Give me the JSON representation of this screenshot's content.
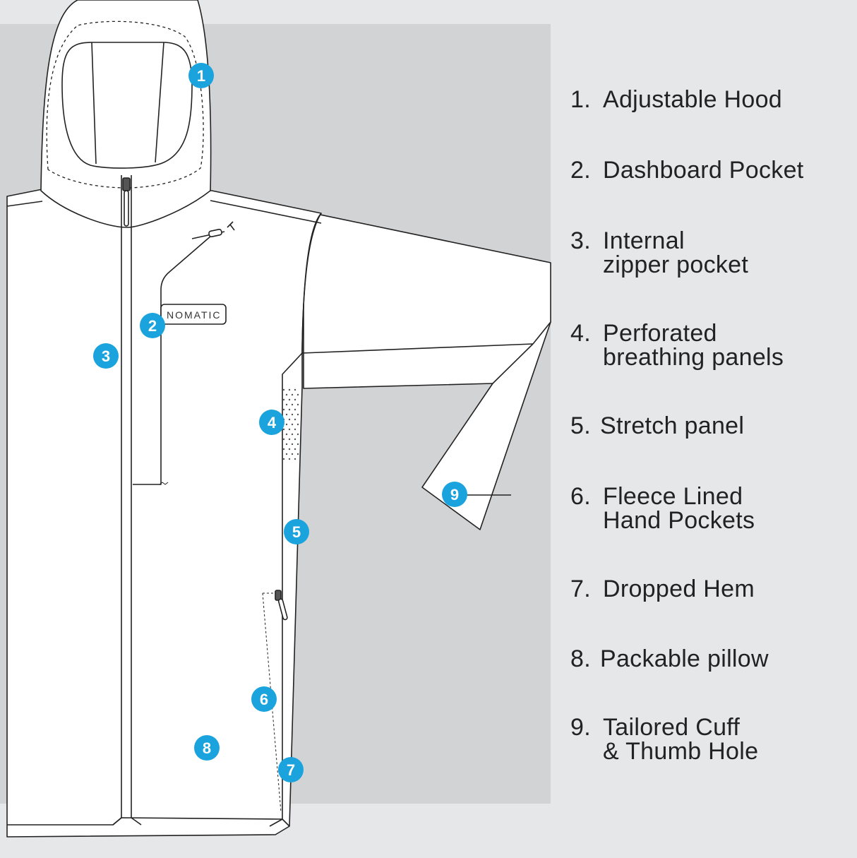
{
  "colors": {
    "page_bg": "#e6e7e9",
    "panel_bg": "#d2d3d5",
    "garment_fill": "#ffffff",
    "outline": "#222222",
    "callout": "#1aa3dd"
  },
  "logo_text": "NOMATIC",
  "callouts": [
    "1",
    "2",
    "3",
    "4",
    "5",
    "6",
    "7",
    "8",
    "9"
  ],
  "features": [
    {
      "number": "1.",
      "text": "Adjustable Hood",
      "text2": ""
    },
    {
      "number": "2.",
      "text": "Dashboard Pocket",
      "text2": ""
    },
    {
      "number": "3.",
      "text": "Internal",
      "text2": "zipper pocket"
    },
    {
      "number": "4.",
      "text": "Perforated",
      "text2": "breathing panels"
    },
    {
      "number": "5.",
      "text": "Stretch panel",
      "text2": ""
    },
    {
      "number": "6.",
      "text": "Fleece Lined",
      "text2": "Hand Pockets"
    },
    {
      "number": "7.",
      "text": "Dropped Hem",
      "text2": ""
    },
    {
      "number": "8.",
      "text": "Packable pillow",
      "text2": ""
    },
    {
      "number": "9.",
      "text": "Tailored Cuff",
      "text2": "& Thumb Hole"
    }
  ]
}
